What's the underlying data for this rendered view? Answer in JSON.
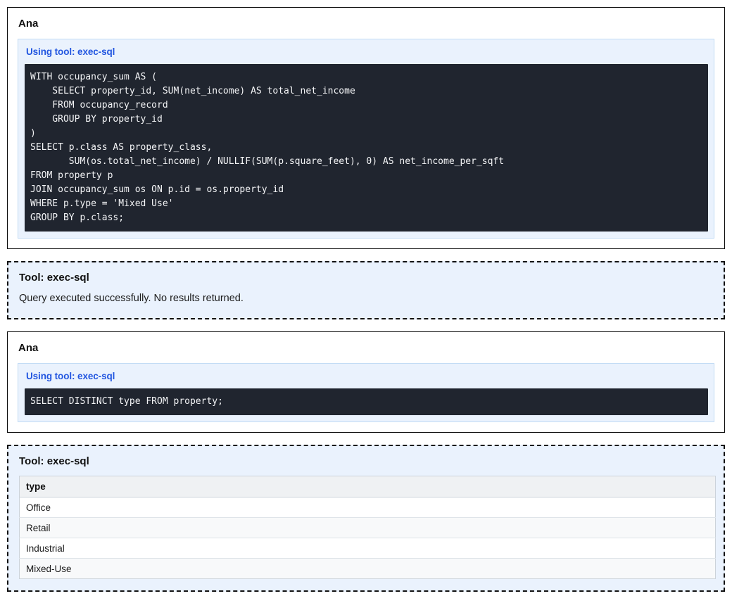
{
  "conversation": [
    {
      "kind": "assistant",
      "speaker": "Ana",
      "tool_use": {
        "label": "Using tool: exec-sql",
        "code": "WITH occupancy_sum AS (\n    SELECT property_id, SUM(net_income) AS total_net_income\n    FROM occupancy_record\n    GROUP BY property_id\n)\nSELECT p.class AS property_class,\n       SUM(os.total_net_income) / NULLIF(SUM(p.square_feet), 0) AS net_income_per_sqft\nFROM property p\nJOIN occupancy_sum os ON p.id = os.property_id\nWHERE p.type = 'Mixed Use'\nGROUP BY p.class;"
      }
    },
    {
      "kind": "tool-result",
      "title": "Tool: exec-sql",
      "text": "Query executed successfully. No results returned."
    },
    {
      "kind": "assistant",
      "speaker": "Ana",
      "tool_use": {
        "label": "Using tool: exec-sql",
        "code": "SELECT DISTINCT type FROM property;"
      }
    },
    {
      "kind": "tool-result",
      "title": "Tool: exec-sql",
      "table": {
        "columns": [
          "type"
        ],
        "rows": [
          [
            "Office"
          ],
          [
            "Retail"
          ],
          [
            "Industrial"
          ],
          [
            "Mixed-Use"
          ]
        ]
      }
    }
  ],
  "colors": {
    "tool_panel_bg": "#eaf2fd",
    "tool_panel_border": "#c3dcf5",
    "tool_label_blue": "#2256e0",
    "code_bg": "#20252f",
    "code_fg": "#f3f4f6",
    "table_header_bg": "#eff1f3",
    "table_alt_row_bg": "#f8f9fa"
  }
}
